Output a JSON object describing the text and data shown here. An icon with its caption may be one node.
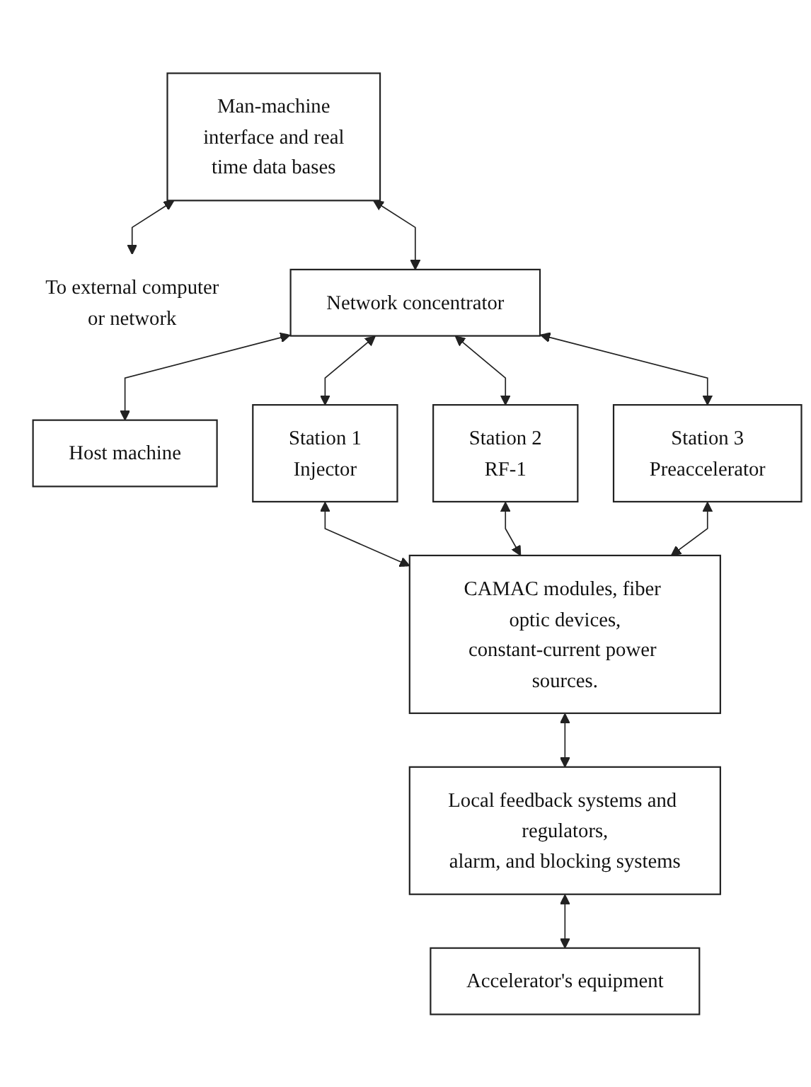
{
  "diagram": {
    "nodes": [
      {
        "text": [
          "Man-machine interface and real time data bases"
        ]
      },
      {
        "text": [
          "To external computer or network"
        ]
      },
      {
        "text": [
          "Network concentrator"
        ]
      },
      {
        "text": [
          "Host machine"
        ]
      },
      {
        "text": [
          "Station 1",
          "Injector"
        ]
      },
      {
        "text": [
          "Station 2",
          "RF-1"
        ]
      },
      {
        "text": [
          "Station 3",
          "Preaccelerator"
        ]
      },
      {
        "text": [
          "CAMAC modules, fiber optic devices, constant-current power sources."
        ]
      },
      {
        "text": [
          "Local feedback systems and regulators, alarm, and blocking systems"
        ]
      },
      {
        "text": [
          "Accelerator's equipment"
        ]
      }
    ],
    "edges": [
      {
        "from": 0,
        "to": 1,
        "arrow": "both"
      },
      {
        "from": 0,
        "to": 2,
        "arrow": "both"
      },
      {
        "from": 2,
        "to": 3,
        "arrow": "both"
      },
      {
        "from": 2,
        "to": 4,
        "arrow": "both"
      },
      {
        "from": 2,
        "to": 5,
        "arrow": "both"
      },
      {
        "from": 2,
        "to": 6,
        "arrow": "both"
      },
      {
        "from": 4,
        "to": 7,
        "arrow": "both"
      },
      {
        "from": 5,
        "to": 7,
        "arrow": "both"
      },
      {
        "from": 6,
        "to": 7,
        "arrow": "both"
      },
      {
        "from": 7,
        "to": 8,
        "arrow": "both"
      },
      {
        "from": 8,
        "to": 9,
        "arrow": "both"
      }
    ]
  }
}
